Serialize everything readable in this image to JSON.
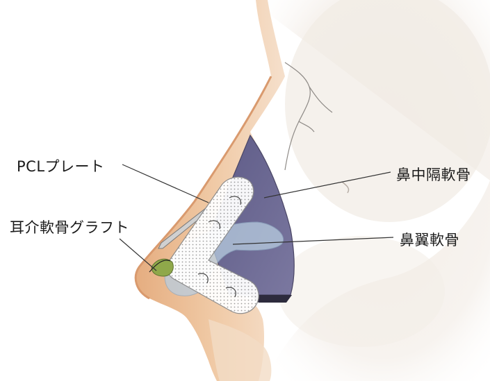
{
  "labels": {
    "pcl_plate": "PCLプレート",
    "ear_cartilage_graft": "耳介軟骨グラフト",
    "septal_cartilage": "鼻中隔軟骨",
    "alar_cartilage": "鼻翼軟骨"
  },
  "colors": {
    "skin_edge": "#e9b990",
    "skin_inner": "#f4e0cc",
    "face_shade": "#efe7de",
    "septum": "#6c6a93",
    "septum_dark": "#4a4665",
    "alar": "#bcd0e0",
    "plate": "#e6e6e6",
    "graft": "#8fa84a"
  }
}
